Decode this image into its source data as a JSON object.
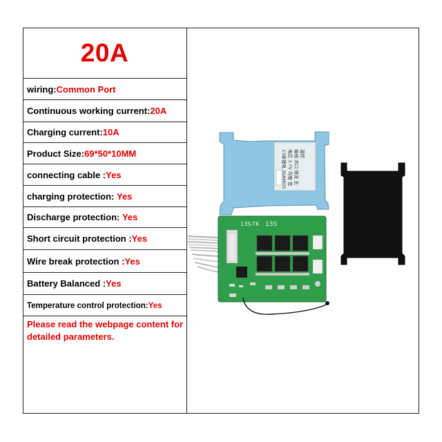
{
  "title": "20A",
  "specs": [
    {
      "label": "wiring:",
      "value": "Common Port"
    },
    {
      "label": "Continuous working current:",
      "value": "20A"
    },
    {
      "label": "Charging current:",
      "value": "10A"
    },
    {
      "label": "Product Size:",
      "value": "69*50*10MM"
    },
    {
      "label": "connecting cable :",
      "value": "Yes"
    },
    {
      "label": "charging protection: ",
      "value": "Yes"
    },
    {
      "label": "Discharge protection: ",
      "value": "Yes"
    },
    {
      "label": "Short circuit protection :",
      "value": "Yes"
    },
    {
      "label": "Wire break protection :",
      "value": "Yes"
    },
    {
      "label": "Battery Balanced :",
      "value": "Yes"
    },
    {
      "label": "Temperature control protection:",
      "value": "Yes"
    }
  ],
  "note": "Please read the webpage content for detailed parameters.",
  "product": {
    "board_silk_1": "13S-TK",
    "board_silk_2": "13S",
    "heatsink_sticker": "13串锂电 30AMOS 电芯 3.7V 均衡 是 接线 共口 限流 无 温控"
  },
  "colors": {
    "accent_red": "#e00000",
    "heatsink_blue": "#8ec6e4",
    "pcb_green": "#2f9e4a",
    "insulator_black": "#111111"
  }
}
